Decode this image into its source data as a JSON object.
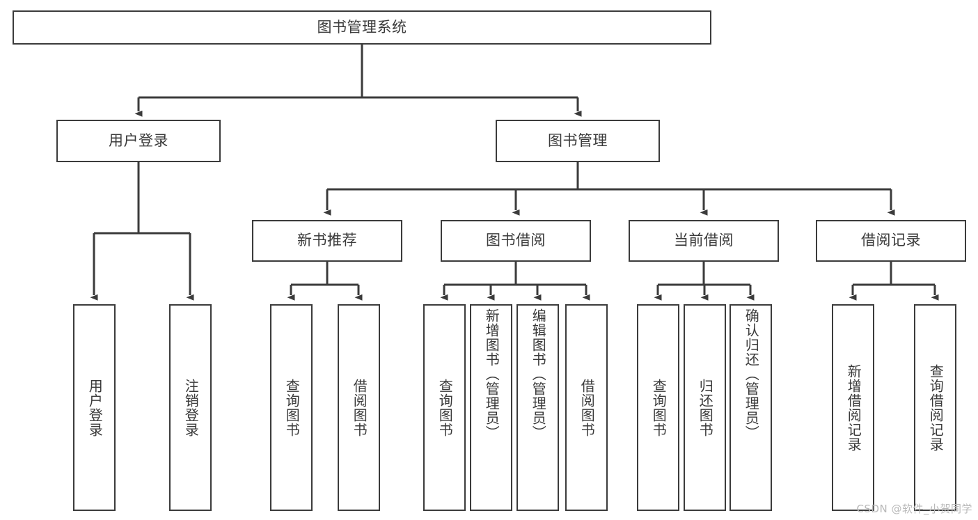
{
  "diagram": {
    "title": "图书管理系统",
    "type": "tree-hierarchy",
    "root": "图书管理系统",
    "level2": [
      {
        "id": "user-login",
        "label": "用户登录"
      },
      {
        "id": "book-management",
        "label": "图书管理"
      }
    ],
    "level3": [
      {
        "id": "new-book-recommend",
        "label": "新书推荐",
        "parent": "book-management"
      },
      {
        "id": "book-borrow",
        "label": "图书借阅",
        "parent": "book-management"
      },
      {
        "id": "current-borrow",
        "label": "当前借阅",
        "parent": "book-management"
      },
      {
        "id": "borrow-record",
        "label": "借阅记录",
        "parent": "book-management"
      }
    ],
    "leaves": [
      {
        "id": "leaf-user-login",
        "label": "用户登录",
        "parent": "user-login"
      },
      {
        "id": "leaf-user-logout",
        "label": "注销登录",
        "parent": "user-login"
      },
      {
        "id": "leaf-query-book-1",
        "label": "查询图书",
        "parent": "new-book-recommend"
      },
      {
        "id": "leaf-borrow-book-1",
        "label": "借阅图书",
        "parent": "new-book-recommend"
      },
      {
        "id": "leaf-query-book-2",
        "label": "查询图书",
        "parent": "book-borrow"
      },
      {
        "id": "leaf-add-book",
        "label": "新增图书（管理员）",
        "parent": "book-borrow"
      },
      {
        "id": "leaf-edit-book",
        "label": "编辑图书（管理员）",
        "parent": "book-borrow"
      },
      {
        "id": "leaf-borrow-book-2",
        "label": "借阅图书",
        "parent": "book-borrow"
      },
      {
        "id": "leaf-query-book-3",
        "label": "查询图书",
        "parent": "current-borrow"
      },
      {
        "id": "leaf-return-book",
        "label": "归还图书",
        "parent": "current-borrow"
      },
      {
        "id": "leaf-confirm-return",
        "label": "确认归还（管理员）",
        "parent": "current-borrow"
      },
      {
        "id": "leaf-add-record",
        "label": "新增借阅记录",
        "parent": "borrow-record"
      },
      {
        "id": "leaf-query-record",
        "label": "查询借阅记录",
        "parent": "borrow-record"
      }
    ],
    "watermark": "CSDN @软件_小贺同学",
    "colors": {
      "stroke": "#3b3b3b",
      "text": "#3a3a3a",
      "background": "#ffffff",
      "watermark": "#b9b9b9"
    }
  }
}
